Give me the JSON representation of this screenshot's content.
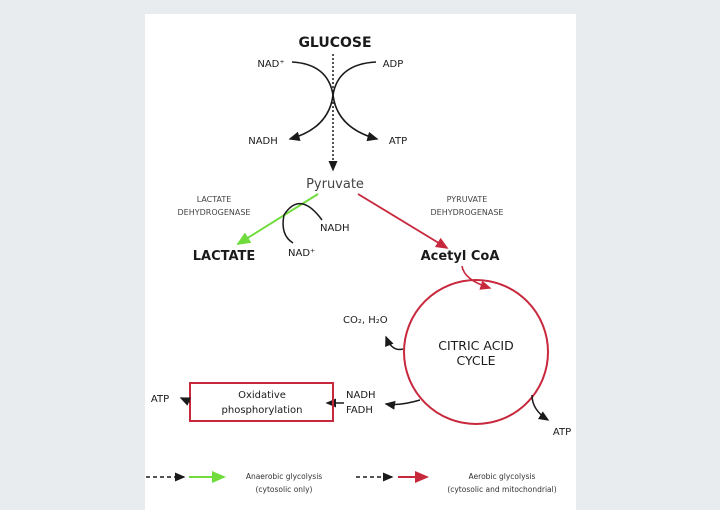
{
  "colors": {
    "anaerobic": "#6fdc3c",
    "aerobic": "#c8283c",
    "ink": "#1a1a1a",
    "background": "#e9ecee",
    "panel": "#ffffff"
  },
  "glycolysis": {
    "glucose": "GLUCOSE",
    "nad_plus": "NAD⁺",
    "adp": "ADP",
    "nadh": "NADH",
    "atp": "ATP",
    "pyruvate": "Pyruvate"
  },
  "anaerobic_branch": {
    "enzyme_line1": "LACTATE",
    "enzyme_line2": "DEHYDROGENASE",
    "nadh": "NADH",
    "nad_plus": "NAD⁺",
    "product": "LACTATE"
  },
  "aerobic_branch": {
    "enzyme_line1": "PYRUVATE",
    "enzyme_line2": "DEHYDROGENASE",
    "product": "Acetyl CoA"
  },
  "cycle": {
    "line1": "CITRIC ACID",
    "line2": "CYCLE",
    "byproducts": "CO₂, H₂O",
    "atp": "ATP",
    "carrier1": "NADH",
    "carrier2": "FADH"
  },
  "oxphos": {
    "line1": "Oxidative",
    "line2": "phosphorylation",
    "atp": "ATP"
  },
  "legend": [
    {
      "line1": "Anaerobic glycolysis",
      "line2": "(cytosolic only)"
    },
    {
      "line1": "Aerobic glycolysis",
      "line2": "(cytosolic and mitochondrial)"
    }
  ]
}
